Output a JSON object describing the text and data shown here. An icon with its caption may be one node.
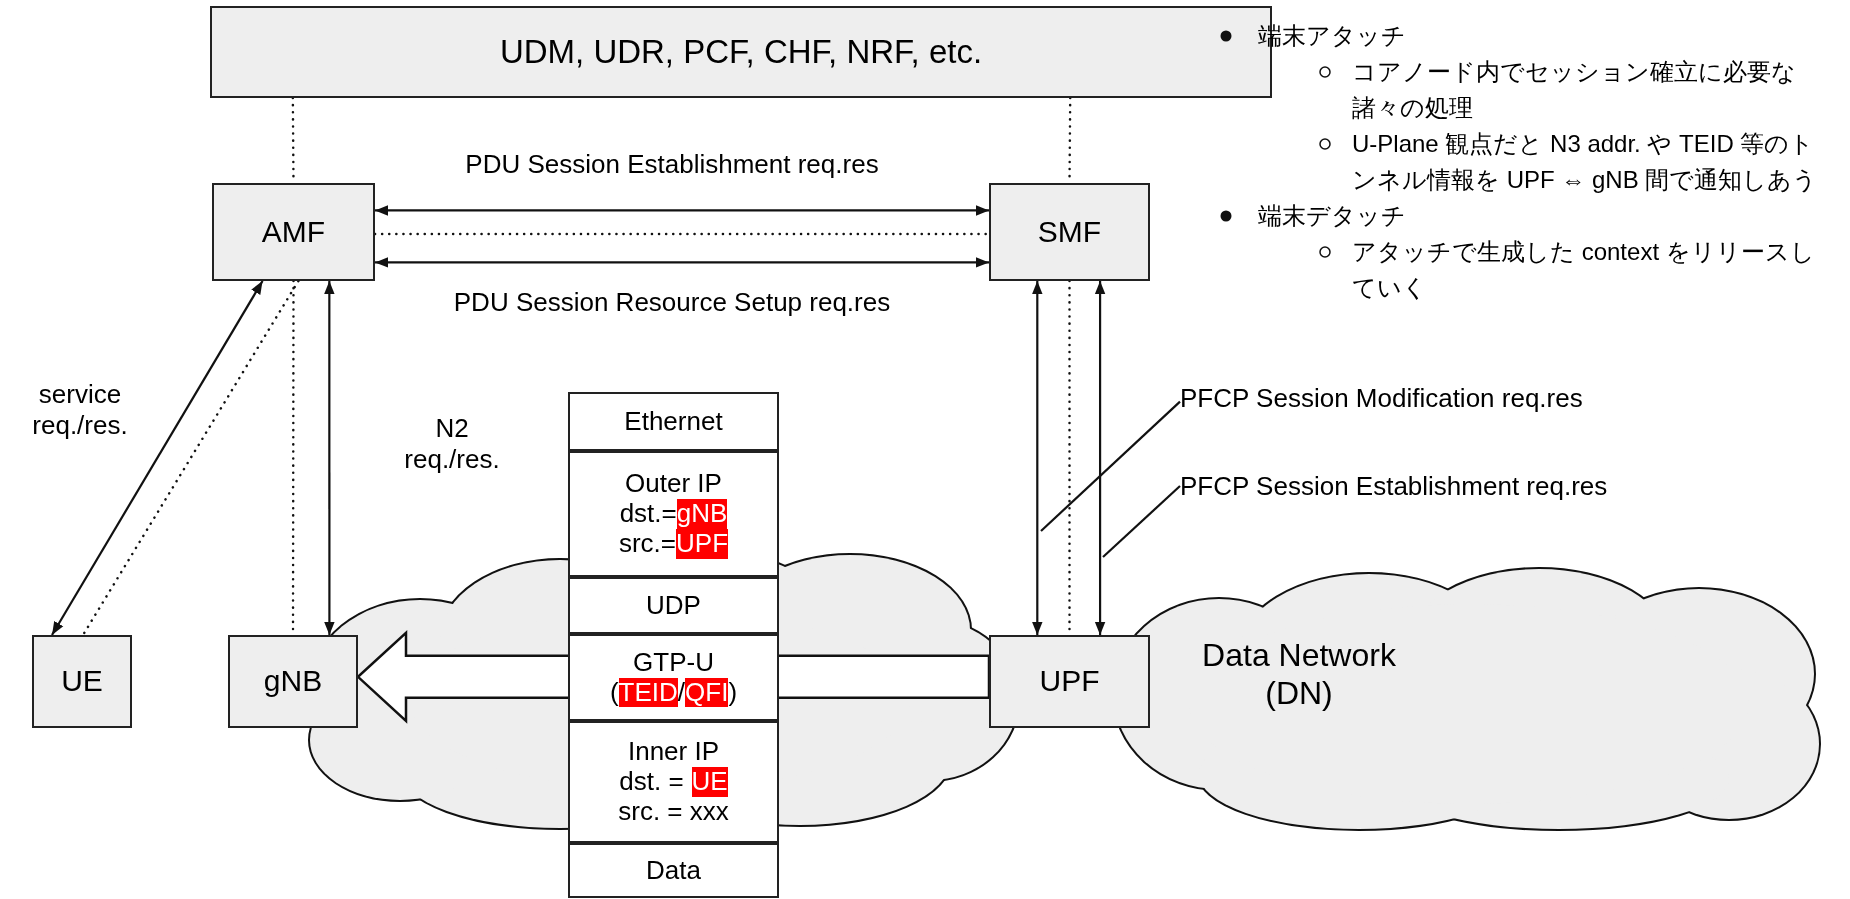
{
  "diagram": {
    "nodes": [
      {
        "text": [
          "UDM, UDR, PCF, CHF, NRF, etc."
        ]
      },
      {
        "text": [
          "AMF"
        ]
      },
      {
        "text": [
          "SMF"
        ]
      },
      {
        "text": [
          "UE"
        ]
      },
      {
        "text": [
          "gNB"
        ]
      },
      {
        "text": [
          "UPF"
        ]
      },
      {
        "text": [
          "Data Network (DN)"
        ]
      },
      {
        "text": [
          "Ethernet"
        ]
      },
      {
        "text": [
          "Outer IP",
          "dst.=",
          "gNB",
          "src.=",
          "UPF"
        ]
      },
      {
        "text": [
          "UDP"
        ]
      },
      {
        "text": [
          "GTP-U",
          "(",
          "TEID",
          "/",
          "QFI",
          ")"
        ]
      },
      {
        "text": [
          "Inner IP",
          "dst. =",
          "UE",
          "src. = xxx"
        ]
      },
      {
        "text": [
          "Data"
        ]
      },
      {
        "text": [
          "PFCP Session Modification req.res"
        ]
      },
      {
        "text": [
          "PFCP Session Establishment req.res"
        ]
      }
    ],
    "edges": [
      {
        "from": 0,
        "to": 1,
        "arrow": "none",
        "style": "dashed"
      },
      {
        "from": 0,
        "to": 2,
        "arrow": "none",
        "style": "dashed"
      },
      {
        "from": 1,
        "to": 2,
        "arrow": "none",
        "style": "dashed"
      },
      {
        "from": 1,
        "to": 2,
        "arrow": "both",
        "label": "PDU Session Establishment req.res"
      },
      {
        "from": 1,
        "to": 2,
        "arrow": "both",
        "label": "PDU Session Resource Setup req.res"
      },
      {
        "from": 1,
        "to": 4,
        "arrow": "none",
        "style": "dashed"
      },
      {
        "from": 2,
        "to": 5,
        "arrow": "none",
        "style": "dashed"
      },
      {
        "from": 1,
        "to": 3,
        "arrow": "none",
        "style": "dashed"
      },
      {
        "from": 1,
        "to": 3,
        "arrow": "both",
        "label": "service req./res."
      },
      {
        "from": 1,
        "to": 4,
        "arrow": "both",
        "label": "N2 req./res."
      },
      {
        "from": 2,
        "to": 5,
        "arrow": "both"
      },
      {
        "from": 2,
        "to": 5,
        "arrow": "both"
      },
      {
        "from": 13,
        "to": null,
        "arrow": "none"
      },
      {
        "from": 14,
        "to": null,
        "arrow": "none"
      },
      {
        "from": 5,
        "to": 4,
        "arrow": "to",
        "style": "thick"
      }
    ],
    "labels": [
      "端末アタッチ",
      "コアノード内でセッション確立に必要な諸々の処理",
      "U-Plane 観点だと N3 addr. や TEID 等のトンネル情報を UPF ⇔ gNB 間で通知しあう",
      "端末デタッチ",
      "アタッチで生成した context をリリースしていく"
    ]
  }
}
